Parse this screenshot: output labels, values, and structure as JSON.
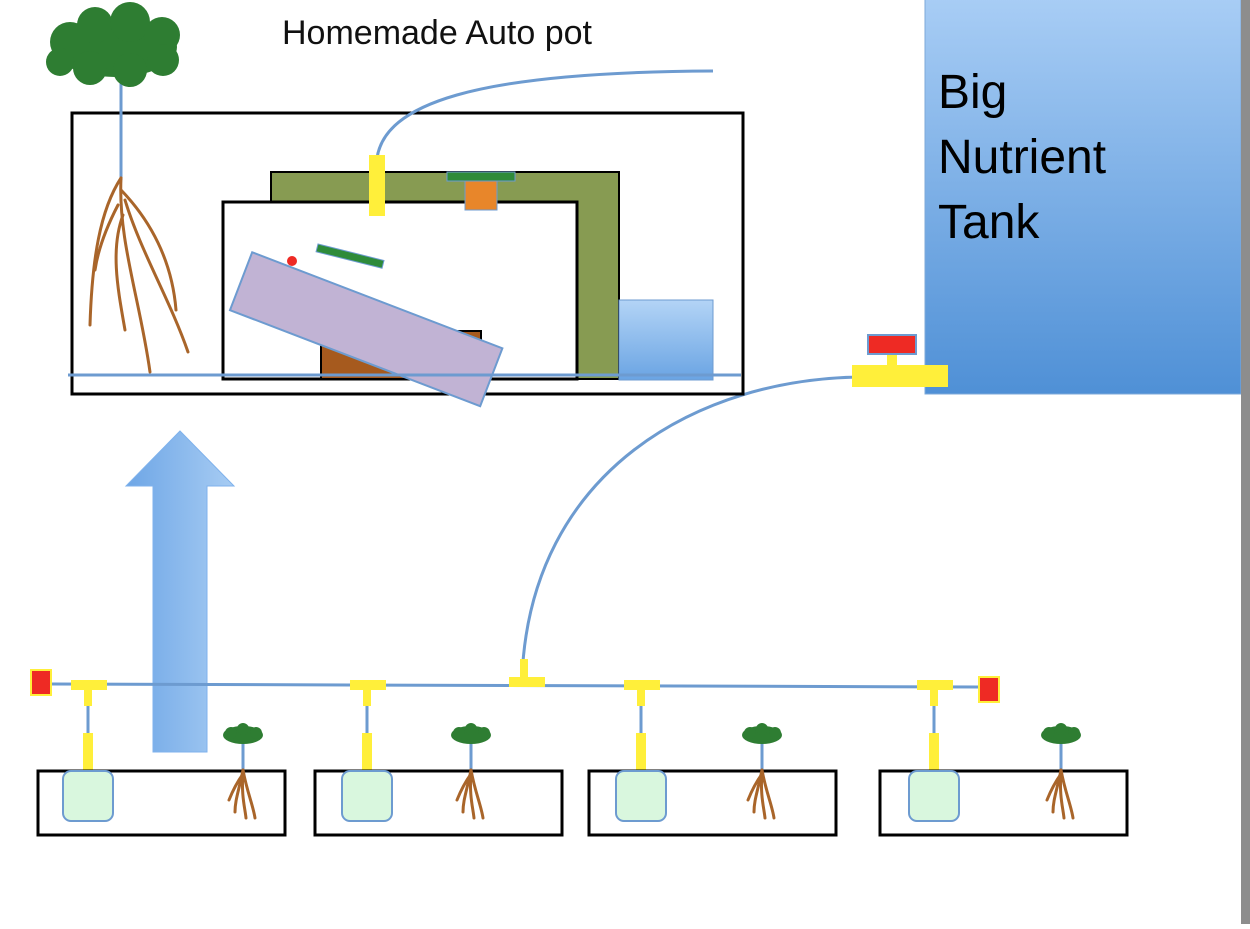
{
  "diagram": {
    "title": "Homemade Auto pot",
    "tank_label_lines": [
      "Big",
      "Nutrient",
      "Tank"
    ],
    "colors": {
      "tank_fill_top": "#a8cdf5",
      "tank_fill_bottom": "#4f90d6",
      "pipe": "#6d9bd0",
      "fitting": "#ffef3a",
      "valve": "#ee2a24",
      "shelf": "#879b52",
      "float": "#c1b3d4",
      "float_pad": "#2e8b3a",
      "magnet": "#e8862a",
      "pivot_block": "#a65a1e",
      "reservoir": "#9fc6ef",
      "foliage": "#2e7d32",
      "roots": "#a9652a",
      "filter": "#d9f7de",
      "arrow": "#7fb2ec"
    },
    "icons": [
      "tree-icon",
      "roots-icon",
      "arrow-up-icon",
      "valve-icon",
      "tee-fitting-icon"
    ],
    "pot_count": 4
  }
}
